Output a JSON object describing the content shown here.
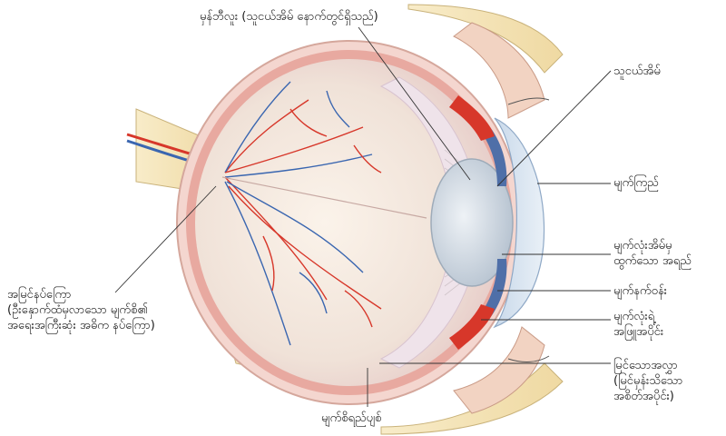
{
  "labels": {
    "lens": "မှန်ဘီလူး (သူငယ်အိမ် နောက်တွင်ရှိသည်)",
    "pupil": "သူငယ်အိမ်",
    "iris": "မျက်ကြည်",
    "aqueous_line1": "မျက်လုံးအိမ်မှ",
    "aqueous_line2": "ထွက်သော အရည်",
    "cornea": "မျက်နက်ဝန်း",
    "sclera_line1": "မျက်လုံးရဲ့",
    "sclera_line2": "အဖြူအပိုင်း",
    "optic_nerve_line1": "အမြင်နပ်ကြော",
    "optic_nerve_line2": "(ဦးနှောက်ထံမှလာသော မျက်စိ၏",
    "optic_nerve_line3": "အရေးအကြီးဆုံး အဓိက နပ်ကြော)",
    "choroid": "မျက်စိရည်ပျစ်",
    "retina_line1": "မြင်သောအလွှာ",
    "retina_line2": "(မြင်မှန်းသိသော",
    "retina_line3": "အစိတ်အပိုင်း)"
  },
  "colors": {
    "vitreous": "#f3e7e0",
    "retina_wall": "#e8a9a0",
    "artery": "#d7372a",
    "vein": "#3a66b0",
    "cornea": "#aac6e2",
    "lens": "#d5dde6",
    "fat": "#f5e3b0",
    "leader": "#333333"
  }
}
